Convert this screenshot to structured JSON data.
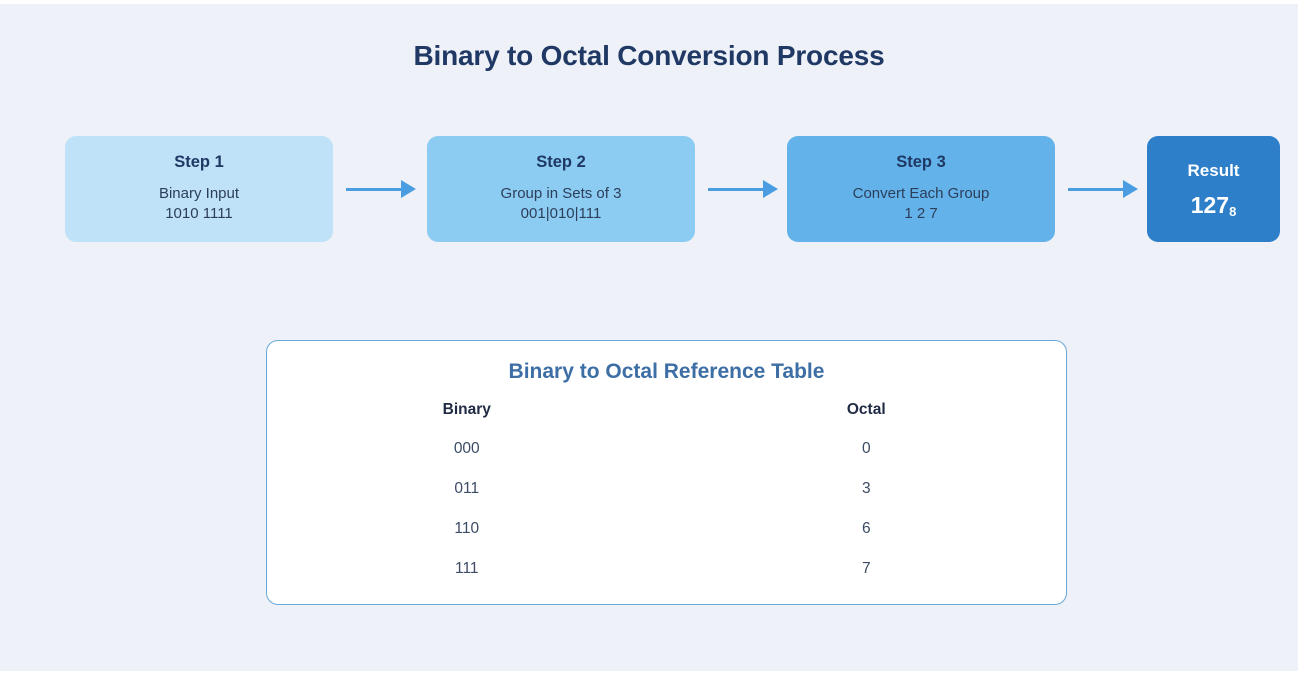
{
  "page": {
    "title": "Binary to Octal Conversion Process",
    "background_color": "#eef1f7",
    "title_color": "#1f3864"
  },
  "flow": {
    "steps": [
      {
        "title": "Step 1",
        "line1": "Binary Input",
        "line2": "1010 1111",
        "color": "#bfe2f8"
      },
      {
        "title": "Step 2",
        "line1": "Group in Sets of 3",
        "line2": "001|010|111",
        "color": "#8cccf2"
      },
      {
        "title": "Step 3",
        "line1": "Convert Each Group",
        "line2": "1 2 7",
        "color": "#63b3ea"
      }
    ],
    "arrow_color": "#4a9de0",
    "arrow_icon": "arrow-right-icon",
    "result": {
      "title": "Result",
      "value": "127",
      "subscript": "8",
      "color": "#2e7fc9",
      "text_color": "#ffffff"
    }
  },
  "reference_card": {
    "title": "Binary to Octal Reference Table",
    "title_color": "#3d6ea5",
    "border_color": "#6aa8d8",
    "background_color": "#ffffff",
    "columns": [
      "Binary",
      "Octal"
    ],
    "rows": [
      {
        "binary": "000",
        "octal": "0"
      },
      {
        "binary": "011",
        "octal": "3"
      },
      {
        "binary": "110",
        "octal": "6"
      },
      {
        "binary": "111",
        "octal": "7"
      }
    ]
  }
}
